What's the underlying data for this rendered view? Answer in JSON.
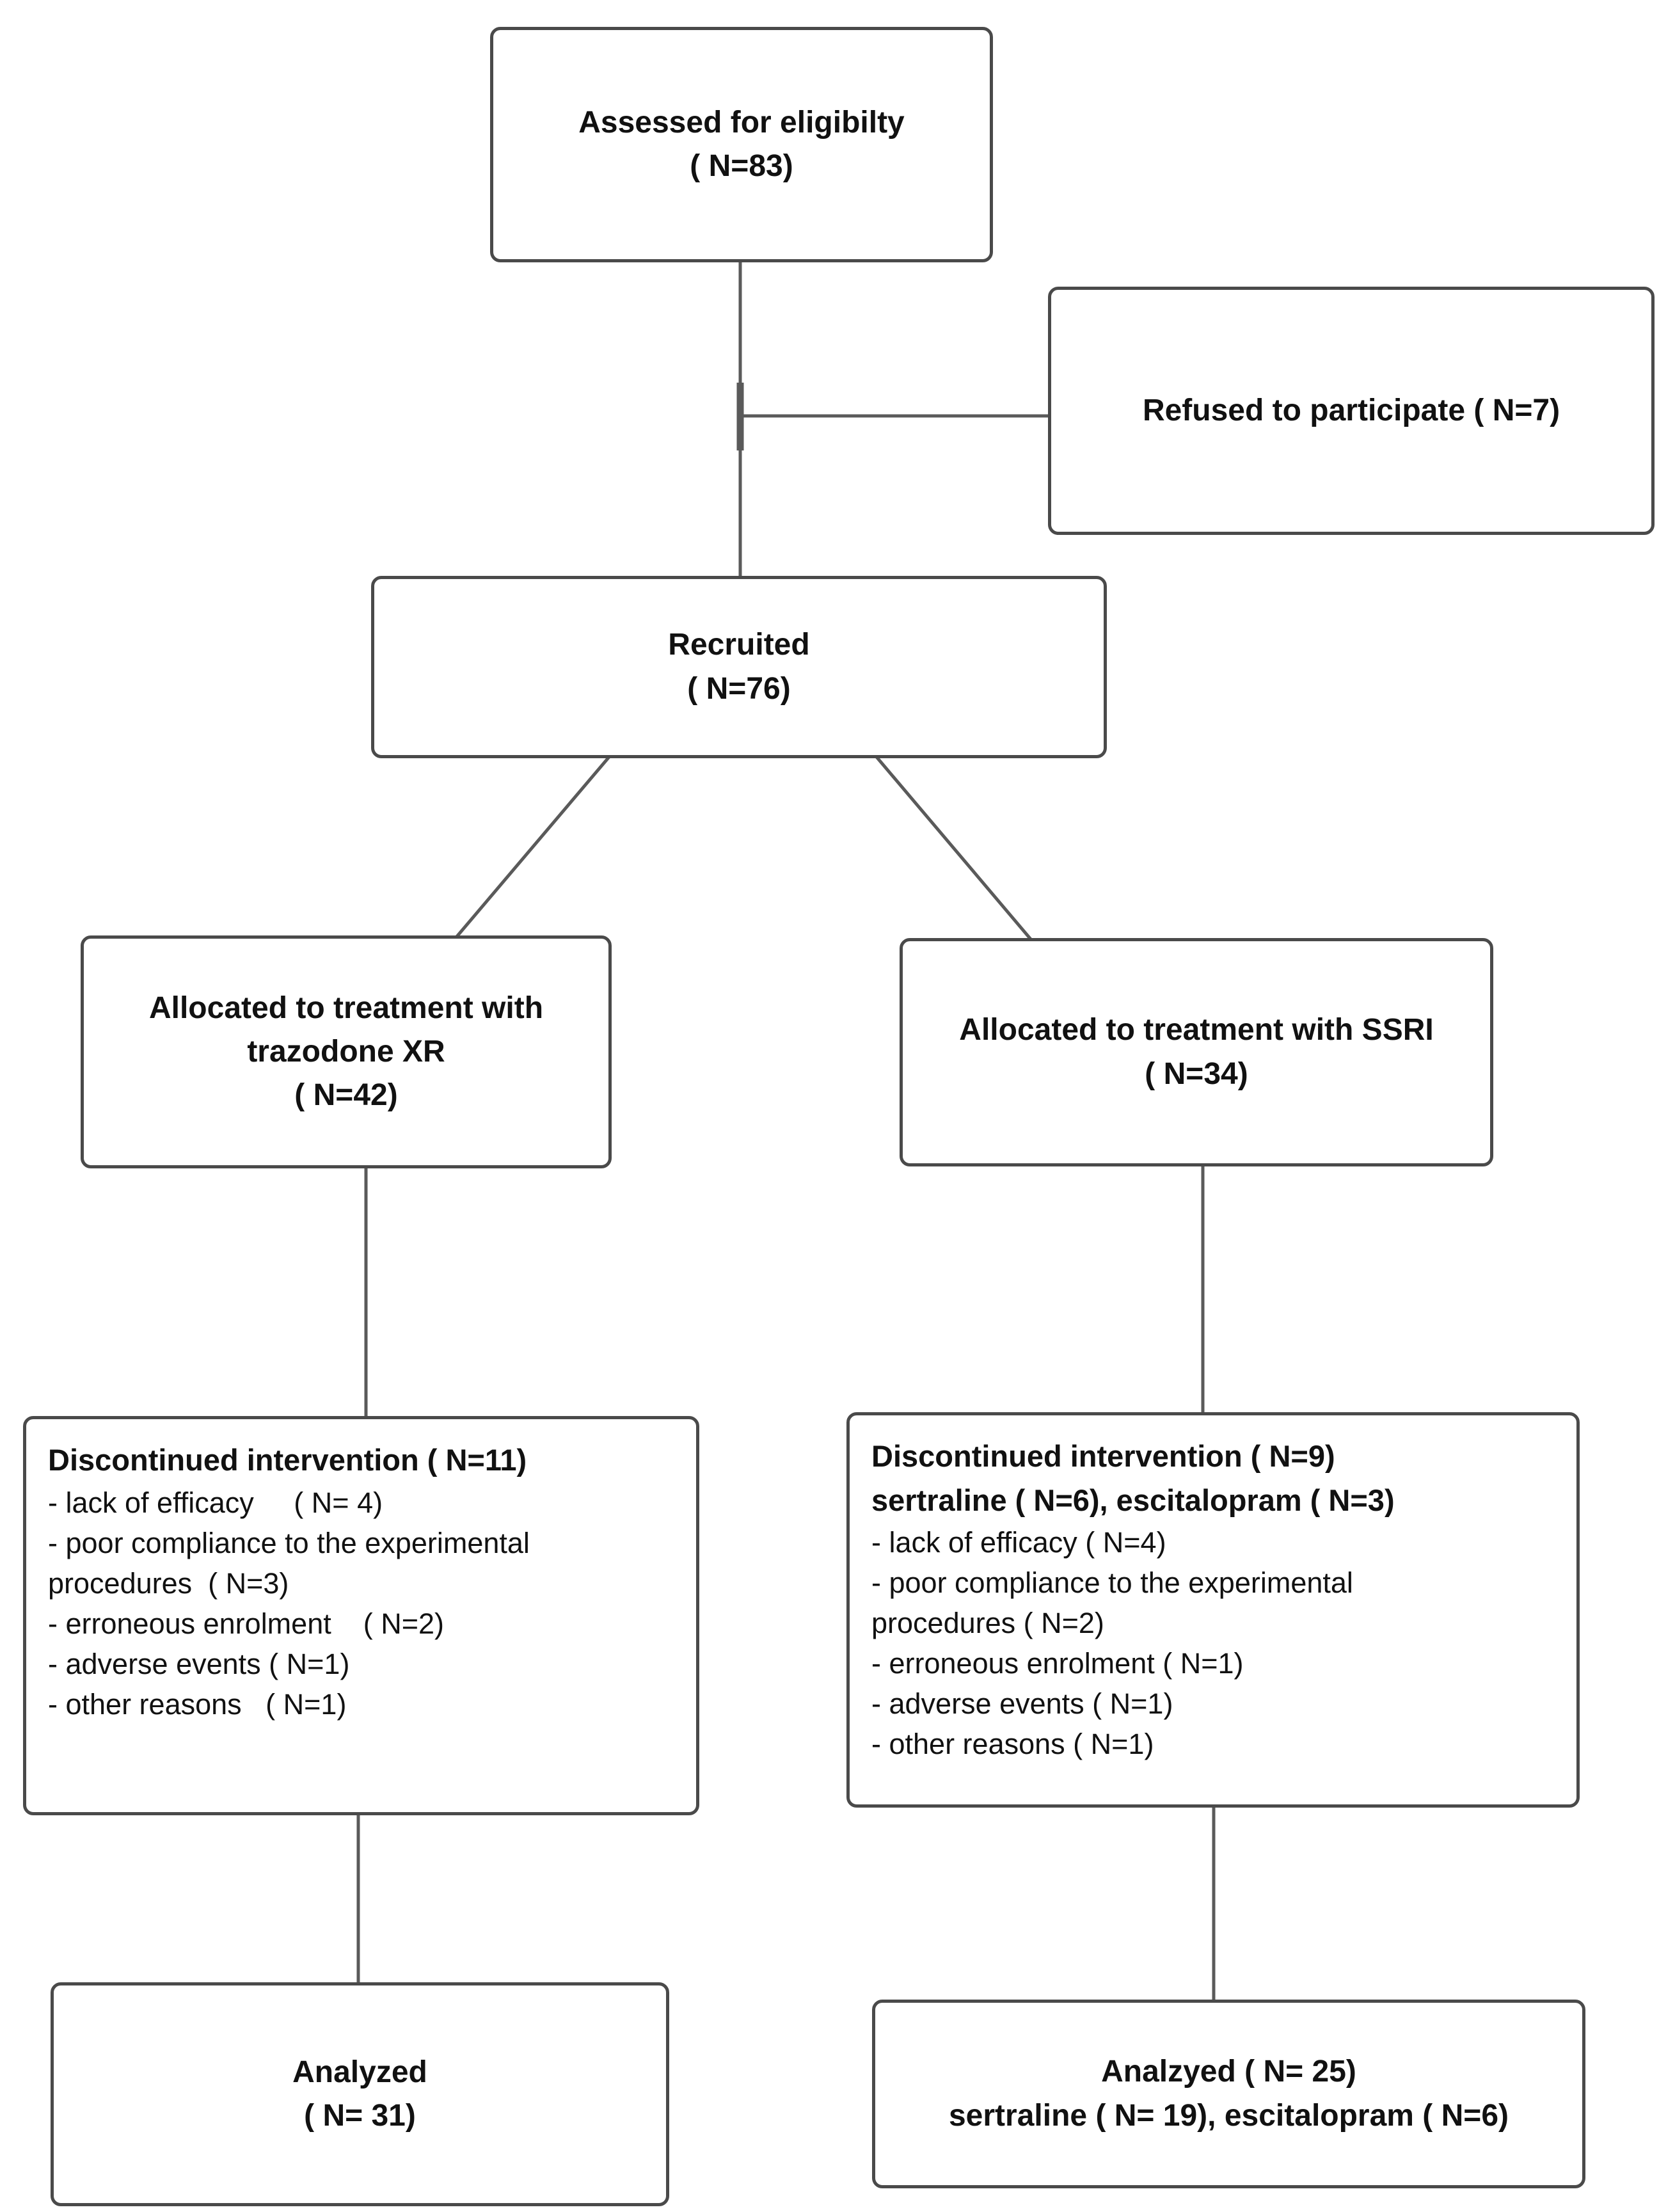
{
  "colors": {
    "page-bg": "#ffffff",
    "box-border": "#4a4a4a",
    "connector": "#5a5a5a",
    "text": "#111111"
  },
  "flowchart": {
    "assessed": {
      "title": "Assessed for eligibilty",
      "n": "( N=83)"
    },
    "refused": {
      "title": "Refused to participate ( N=7)"
    },
    "recruited": {
      "title": "Recruited",
      "n": "( N=76)"
    },
    "alloc_trazodone": {
      "line1": "Allocated to treatment with",
      "line2": "trazodone XR",
      "n": "( N=42)"
    },
    "alloc_ssri": {
      "line1": "Allocated to treatment with SSRI",
      "n": "( N=34)"
    },
    "disc_trazodone": {
      "title": "Discontinued intervention ( N=11)",
      "items": [
        "- lack of efficacy     ( N= 4)",
        "- poor compliance to the experimental\nprocedures  ( N=3)",
        "- erroneous enrolment    ( N=2)",
        "- adverse events ( N=1)",
        "- other reasons   ( N=1)"
      ]
    },
    "disc_ssri": {
      "title": "Discontinued intervention ( N=9)",
      "subtitle": "sertraline ( N=6), escitalopram ( N=3)",
      "items": [
        "- lack of efficacy ( N=4)",
        "- poor compliance to the experimental\nprocedures ( N=2)",
        "- erroneous enrolment ( N=1)",
        "- adverse events ( N=1)",
        "- other reasons ( N=1)"
      ]
    },
    "analyzed_trazodone": {
      "title": "Analyzed",
      "n": "( N= 31)"
    },
    "analyzed_ssri": {
      "title": "Analzyed ( N= 25)",
      "subtitle": "sertraline ( N= 19), escitalopram ( N=6)"
    }
  }
}
